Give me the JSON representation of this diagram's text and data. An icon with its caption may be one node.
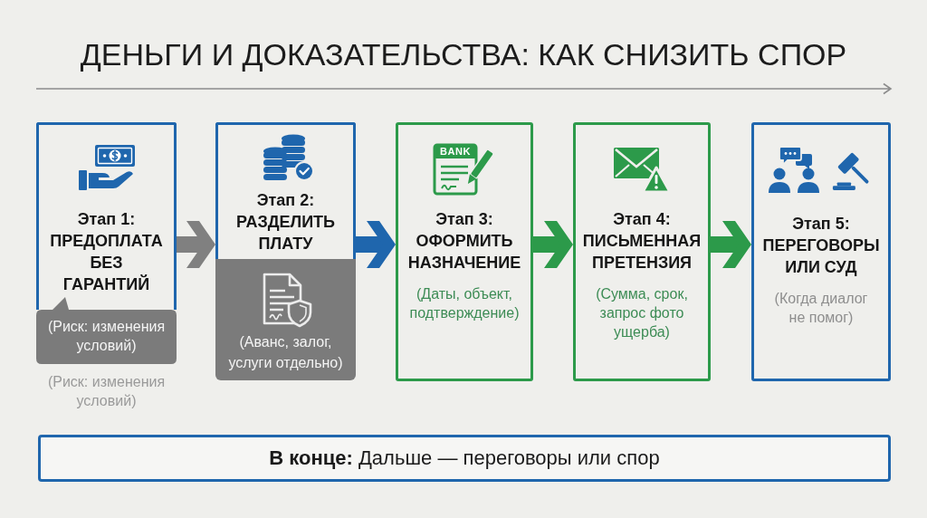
{
  "diagram": {
    "title": "ДЕНЬГИ И ДОКАЗАТЕЛЬСТВА: КАК СНИЗИТЬ СПОР",
    "nodes": [
      {
        "text": [
          "Этап 1: ПРЕДОПЛАТА БЕЗ ГАРАНТИЙ"
        ]
      },
      {
        "text": [
          "(Риск: изменения условий)"
        ]
      },
      {
        "text": [
          "Этап 2: РАЗДЕЛИТЬ ПЛАТУ"
        ]
      },
      {
        "text": [
          "(Аванс, залог, услуги отдельно)"
        ]
      },
      {
        "text": [
          "Этап 3: ОФОРМИТЬ НАЗНАЧЕНИЕ",
          "(Даты, объект, подтверждение)"
        ]
      },
      {
        "text": [
          "Этап 4: ПИСЬМЕННАЯ ПРЕТЕНЗИЯ",
          "(Сумма, срок, запрос фото ущерба)"
        ]
      },
      {
        "text": [
          "Этап 5: ПЕРЕГОВОРЫ ИЛИ СУД",
          "(Когда диалог не помог)"
        ]
      },
      {
        "text": [
          "**В конце:** Дальше — переговоры или спор"
        ]
      }
    ],
    "edges": [
      {
        "from": 0,
        "to": 2,
        "arrow": "to",
        "color": "#808080"
      },
      {
        "from": 2,
        "to": 4,
        "arrow": "to",
        "color": "#1f66ad"
      },
      {
        "from": 4,
        "to": 5,
        "arrow": "to"
      },
      {
        "from": 5,
        "to": 6,
        "arrow": "to"
      }
    ],
    "labels": [
      "BANK",
      "(Риск: изменения условий)"
    ]
  }
}
